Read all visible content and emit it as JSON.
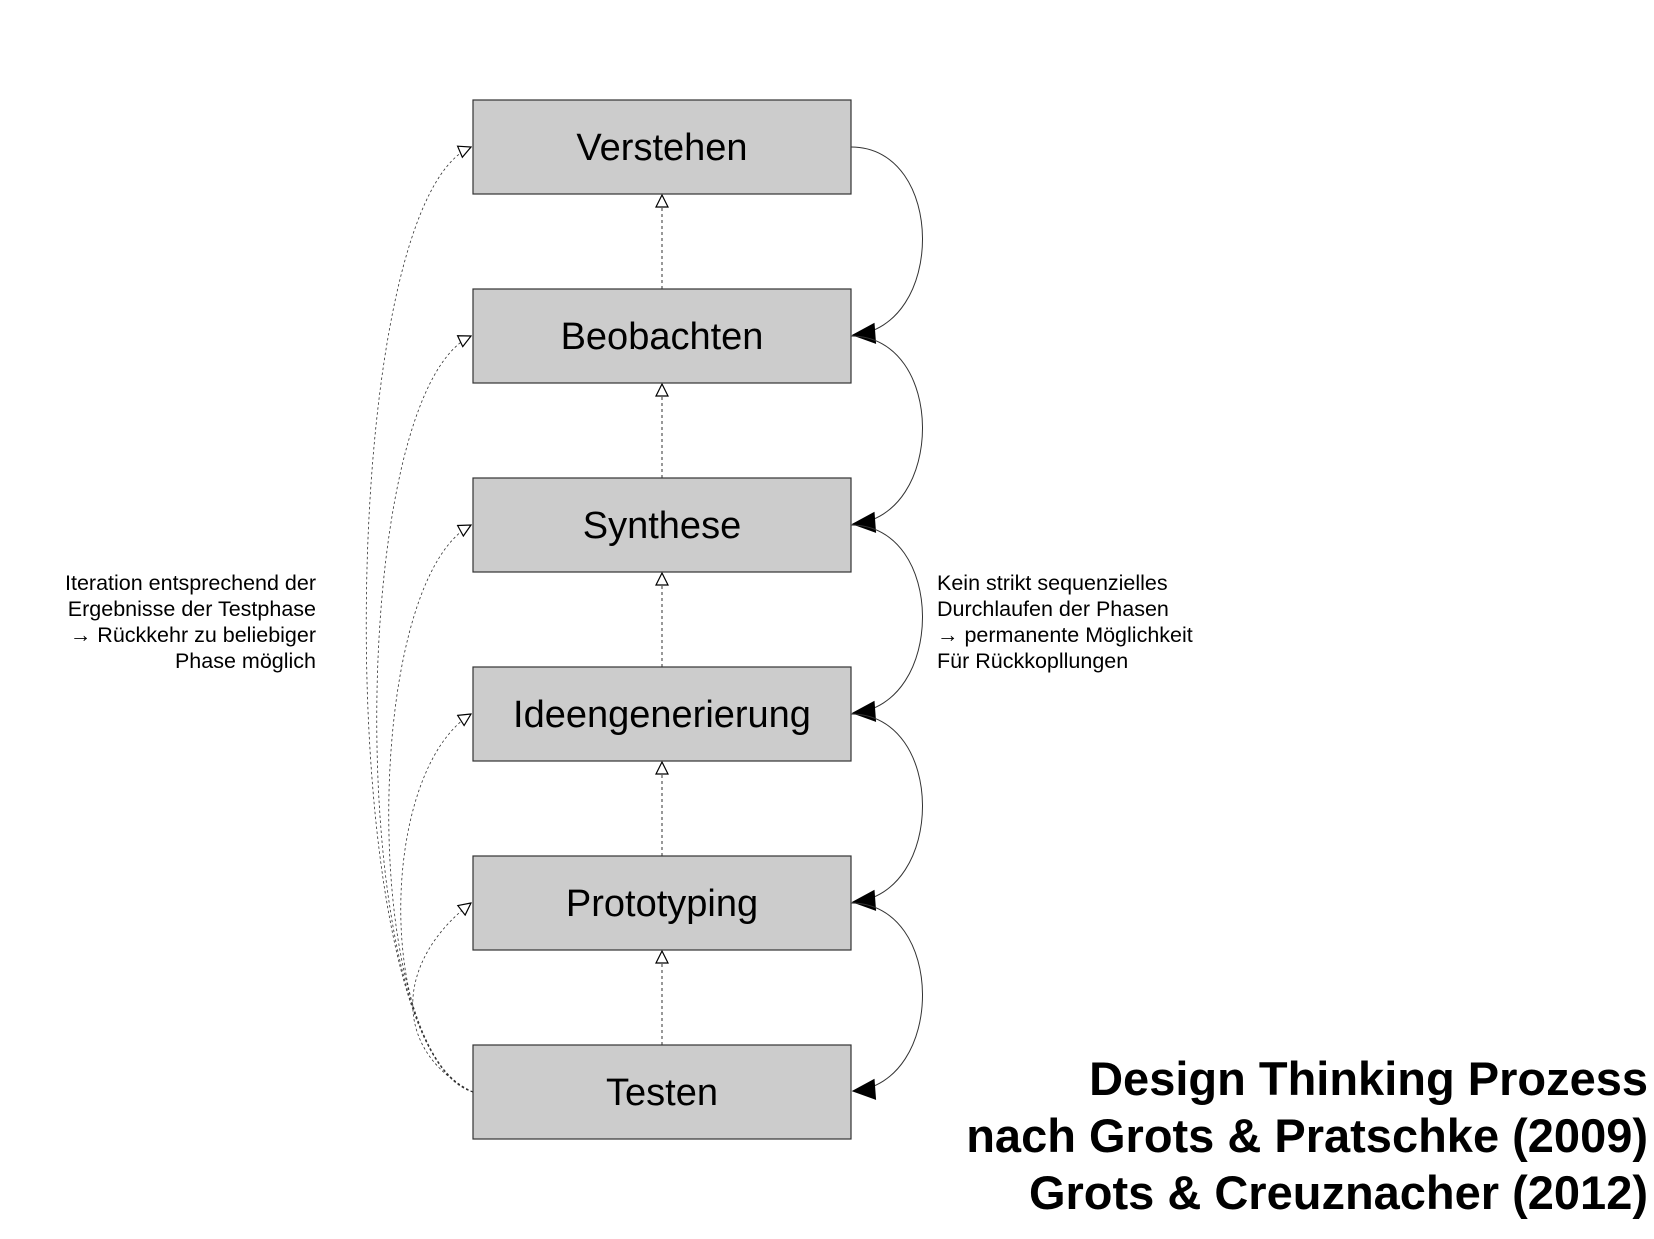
{
  "phases": [
    {
      "label": "Verstehen"
    },
    {
      "label": "Beobachten"
    },
    {
      "label": "Synthese"
    },
    {
      "label": "Ideengenerierung"
    },
    {
      "label": "Prototyping"
    },
    {
      "label": "Testen"
    }
  ],
  "note_left": {
    "lines": [
      "Iteration entsprechend der",
      "Ergebnisse der Testphase",
      "→ Rückkehr zu beliebiger",
      "Phase möglich"
    ]
  },
  "note_right": {
    "lines": [
      "Kein strikt sequenzielles",
      "Durchlaufen der Phasen",
      "→ permanente Möglichkeit",
      "Für Rückkopllungen"
    ]
  },
  "title": {
    "lines": [
      "Design Thinking Prozess",
      "nach Grots & Pratschke (2009)",
      "Grots & Creuznacher (2012)"
    ]
  },
  "colors": {
    "box_fill": "#cccccc",
    "box_stroke": "#333333",
    "arrow": "#000000"
  }
}
